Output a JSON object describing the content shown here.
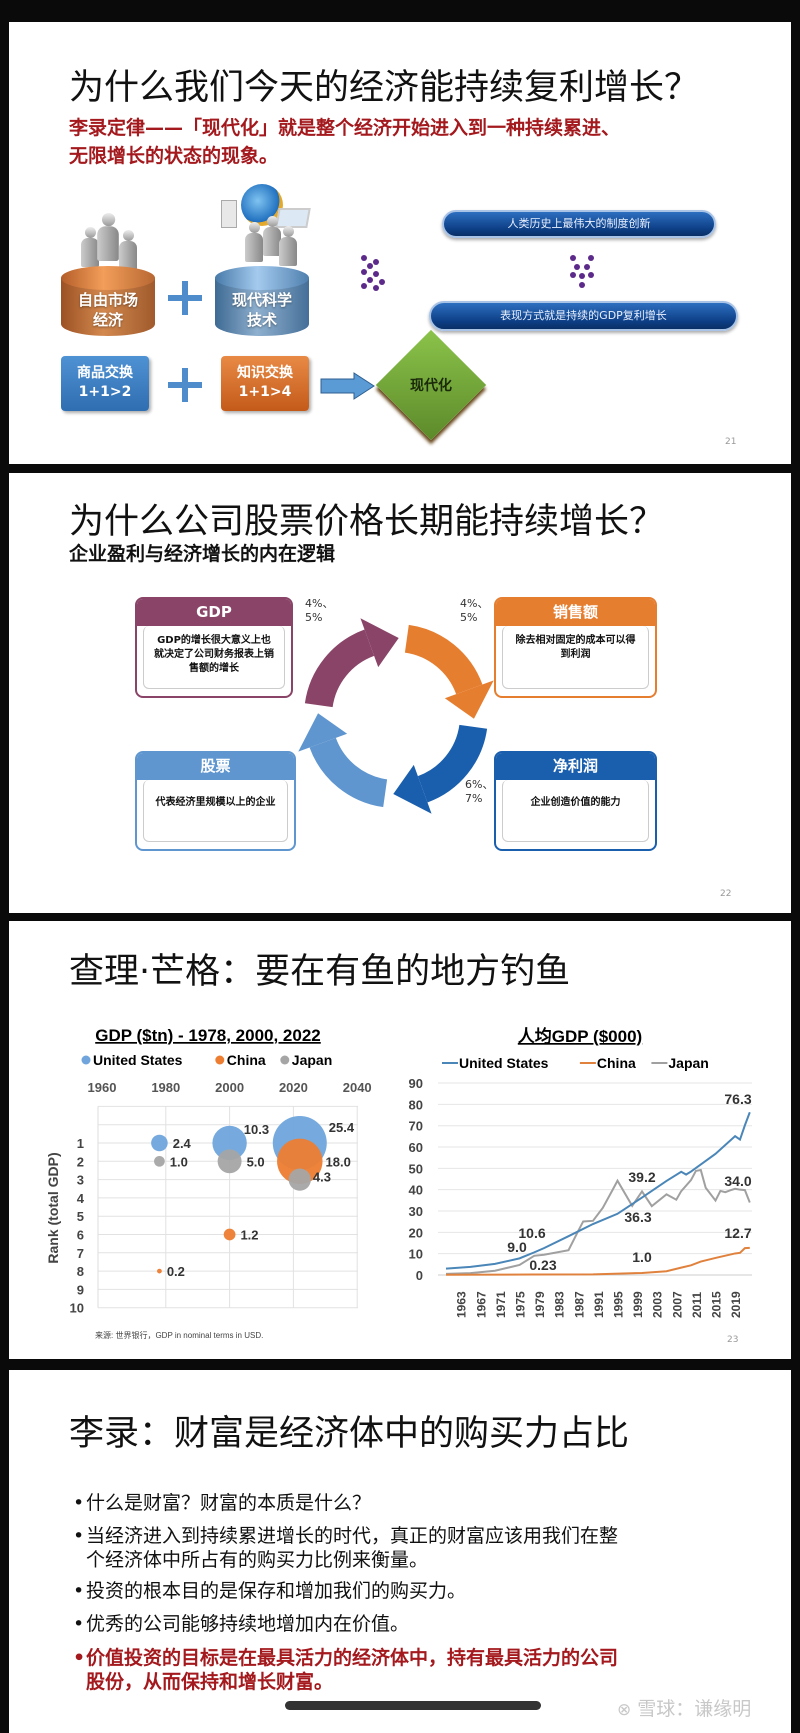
{
  "slides": [
    {
      "title": "为什么我们今天的经济能持续复利增长？",
      "subtitle_lines": [
        "李录定律——「现代化」就是整个经济开始进入到一种持续累进、",
        "无限增长的状态的现象。"
      ],
      "cylinders": [
        {
          "lines": [
            "自由市场",
            "经济"
          ],
          "color": "#b8693a",
          "icon": "people-icon"
        },
        {
          "lines": [
            "现代科学",
            "技术"
          ],
          "color": "#5f86ad",
          "icon": "globe-computer-people-icon"
        }
      ],
      "pills": [
        "人类历史上最伟大的制度创新",
        "表现方式就是持续的GDP复利增长"
      ],
      "exchange_boxes": [
        {
          "lines": [
            "商品交换",
            "1+1>2"
          ],
          "color": "#3d7fc4"
        },
        {
          "lines": [
            "知识交换",
            "1+1>4"
          ],
          "color": "#d06a25"
        }
      ],
      "result": "现代化",
      "page_number": "21"
    },
    {
      "title": "为什么公司股票价格长期能持续增长？",
      "subtitle": "企业盈利与经济增长的内在逻辑",
      "boxes": [
        {
          "title": "GDP",
          "body": "GDP的增长很大意义上也就决定了公司财务报表上销售额的增长",
          "color": "#8a4468"
        },
        {
          "title": "销售额",
          "body": "除去相对固定的成本可以得到利润",
          "color": "#e67e30"
        },
        {
          "title": "股票",
          "body": "代表经济里规模以上的企业",
          "color": "#5f96cf"
        },
        {
          "title": "净利润",
          "body": "企业创造价值的能力",
          "color": "#1a5fae"
        }
      ],
      "growth_rates": [
        "4%、5%",
        "4%、5%",
        "6%、7%"
      ],
      "page_number": "22"
    },
    {
      "title": "查理·芒格：要在有鱼的地方钓鱼",
      "source_note": "来源: 世界银行，GDP in nominal terms in USD.",
      "page_number": "23"
    },
    {
      "title": "李录：财富是经济体中的购买力占比",
      "bullets": [
        {
          "lines": [
            "什么是财富？财富的本质是什么？"
          ],
          "highlight": false
        },
        {
          "lines": [
            "当经济进入到持续累进增长的时代，真正的财富应该用我们在整",
            "个经济体中所占有的购买力比例来衡量。"
          ],
          "highlight": false
        },
        {
          "lines": [
            "投资的根本目的是保存和增加我们的购买力。"
          ],
          "highlight": false
        },
        {
          "lines": [
            "优秀的公司能够持续地增加内在价值。"
          ],
          "highlight": false
        },
        {
          "lines": [
            "价值投资的目标是在最具活力的经济体中，持有最具活力的公司",
            "股份，从而保持和增长财富。"
          ],
          "highlight": true
        }
      ]
    }
  ],
  "watermark": "雪球：谦缘明",
  "chart_data": [
    {
      "type": "scatter",
      "subtype": "bubble",
      "title": "GDP ($tn) - 1978, 2000, 2022",
      "xlabel": "",
      "ylabel": "Rank (total GDP)",
      "x_ticks": [
        1960,
        1980,
        2000,
        2020,
        2040
      ],
      "x_axis_position": "top",
      "y_ticks": [
        1,
        2,
        3,
        4,
        5,
        6,
        7,
        8,
        9,
        10
      ],
      "y_inverted": true,
      "grid": true,
      "legend": "top",
      "series": [
        {
          "name": "United States",
          "color": "#6fa5dc",
          "points": [
            {
              "year": 1978,
              "rank": 1,
              "gdp": 2.4
            },
            {
              "year": 2000,
              "rank": 1,
              "gdp": 10.3
            },
            {
              "year": 2022,
              "rank": 1,
              "gdp": 25.4
            }
          ]
        },
        {
          "name": "China",
          "color": "#ed7d31",
          "points": [
            {
              "year": 1978,
              "rank": 8,
              "gdp": 0.2
            },
            {
              "year": 2000,
              "rank": 6,
              "gdp": 1.2
            },
            {
              "year": 2022,
              "rank": 2,
              "gdp": 18.0
            }
          ]
        },
        {
          "name": "Japan",
          "color": "#a5a5a5",
          "points": [
            {
              "year": 1978,
              "rank": 2,
              "gdp": 1.0
            },
            {
              "year": 2000,
              "rank": 2,
              "gdp": 5.0
            },
            {
              "year": 2022,
              "rank": 3,
              "gdp": 4.3
            }
          ]
        }
      ]
    },
    {
      "type": "line",
      "title": "人均GDP ($000)",
      "ylim": [
        0,
        90
      ],
      "y_ticks": [
        0,
        10,
        20,
        30,
        40,
        50,
        60,
        70,
        80,
        90
      ],
      "x_ticks": [
        1963,
        1967,
        1971,
        1975,
        1979,
        1983,
        1987,
        1991,
        1995,
        1999,
        2003,
        2007,
        2011,
        2015,
        2019
      ],
      "grid": true,
      "legend": "top",
      "series": [
        {
          "name": "United States",
          "color": "#4a86b8",
          "x": [
            1960,
            1965,
            1970,
            1975,
            1978,
            1980,
            1985,
            1990,
            1995,
            2000,
            2005,
            2008,
            2009,
            2010,
            2015,
            2019,
            2020,
            2021,
            2022
          ],
          "y": [
            3.0,
            3.8,
            5.2,
            7.8,
            10.6,
            12.6,
            18.2,
            23.9,
            28.7,
            36.3,
            44.1,
            48.4,
            47.1,
            48.5,
            56.8,
            65.1,
            63.5,
            70.2,
            76.3
          ]
        },
        {
          "name": "China",
          "color": "#e0823d",
          "x": [
            1960,
            1978,
            1990,
            2000,
            2005,
            2008,
            2010,
            2012,
            2015,
            2019,
            2020,
            2021,
            2022
          ],
          "y": [
            0.09,
            0.23,
            0.32,
            0.96,
            1.75,
            3.47,
            4.55,
            6.3,
            8.0,
            10.1,
            10.4,
            12.6,
            12.7
          ]
        },
        {
          "name": "Japan",
          "color": "#a0a0a0",
          "x": [
            1960,
            1965,
            1970,
            1975,
            1978,
            1980,
            1985,
            1987,
            1988,
            1990,
            1992,
            1994,
            1995,
            1998,
            2000,
            2002,
            2005,
            2007,
            2008,
            2010,
            2011,
            2012,
            2013,
            2015,
            2016,
            2017,
            2018,
            2019,
            2020,
            2021,
            2022
          ],
          "y": [
            0.5,
            0.9,
            2.0,
            4.7,
            9.0,
            9.5,
            11.6,
            20.7,
            25.1,
            25.4,
            31.5,
            39.9,
            44.2,
            32.4,
            39.2,
            32.3,
            37.8,
            35.3,
            39.3,
            44.5,
            48.8,
            49.2,
            40.9,
            34.9,
            39.4,
            38.8,
            39.7,
            40.4,
            40.0,
            39.8,
            34.0
          ]
        }
      ],
      "annotations": [
        "76.3",
        "39.2",
        "36.3",
        "34.0",
        "12.7",
        "10.6",
        "9.0",
        "0.23",
        "1.0"
      ]
    }
  ]
}
